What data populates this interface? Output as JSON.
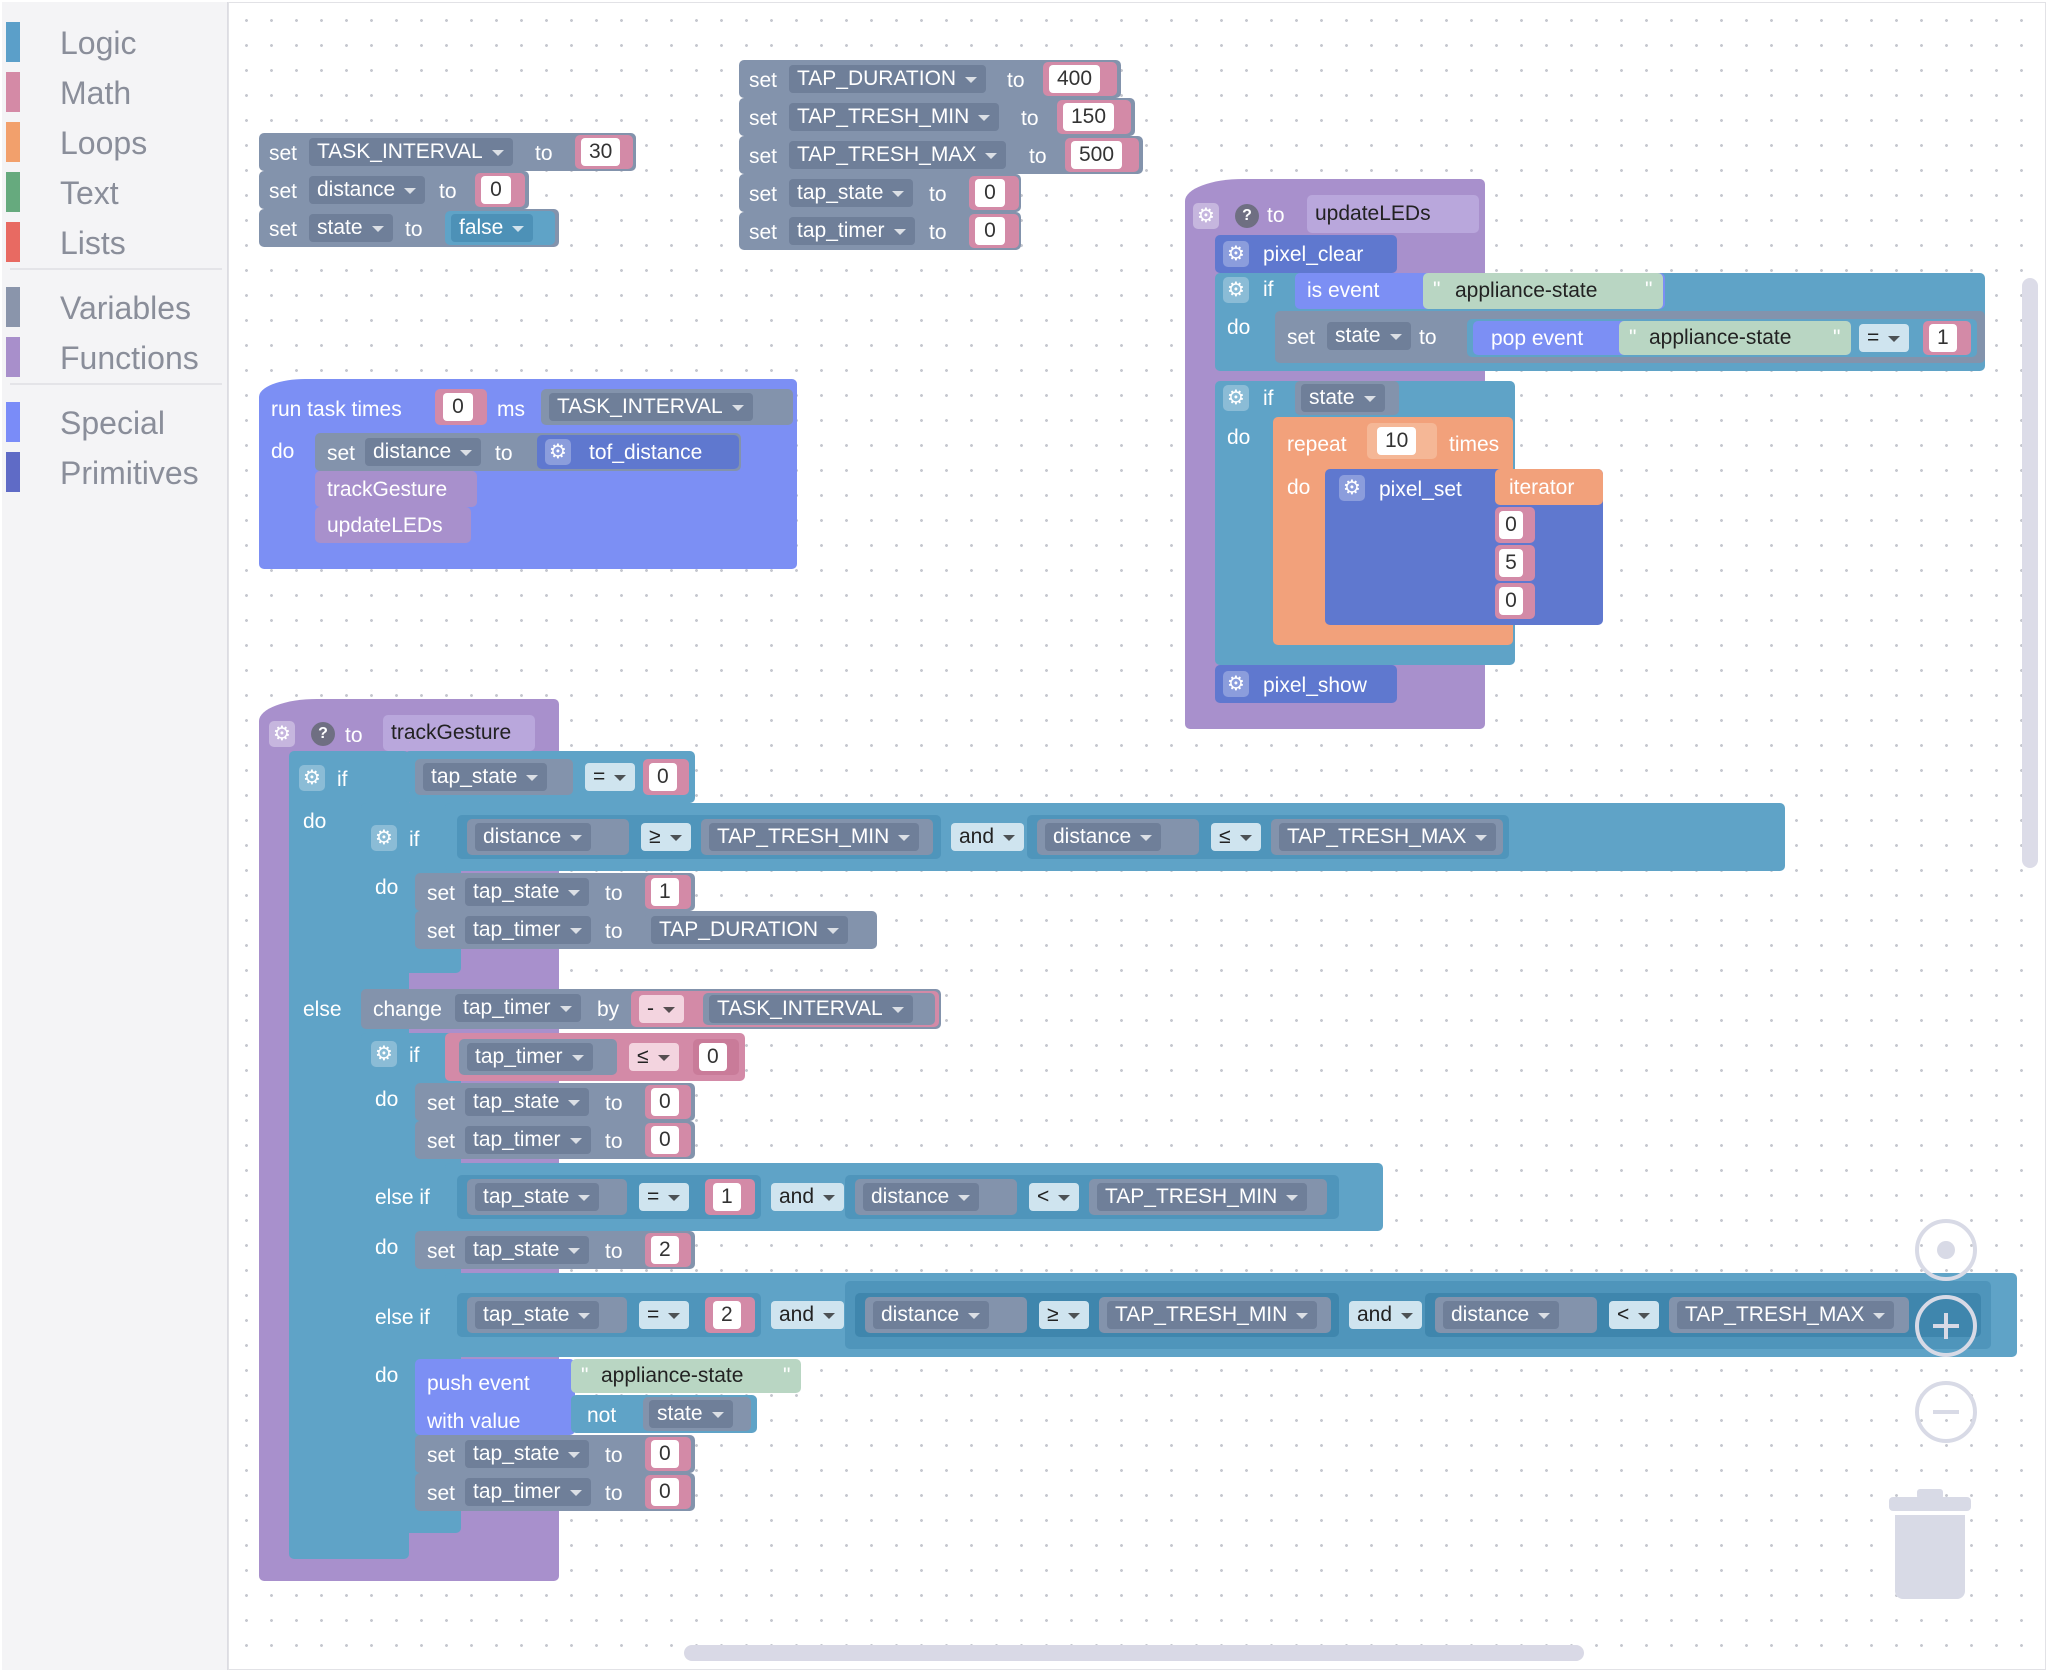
{
  "toolbox": {
    "categories": [
      {
        "label": "Logic",
        "color": "#5b9fc9"
      },
      {
        "label": "Math",
        "color": "#d48aa6"
      },
      {
        "label": "Loops",
        "color": "#f2a06c"
      },
      {
        "label": "Text",
        "color": "#66aa7e"
      },
      {
        "label": "Lists",
        "color": "#e86a62"
      },
      {
        "label": "Variables",
        "color": "#8a95ab"
      },
      {
        "label": "Functions",
        "color": "#a88fcb"
      },
      {
        "label": "Special",
        "color": "#7a8cf8"
      },
      {
        "label": "Primitives",
        "color": "#5f6bc6"
      }
    ]
  },
  "colors": {
    "variables": "#8393ac",
    "math": "#d38aa7",
    "loops": "#f2a17b",
    "logic": "#5fa3c7",
    "functions": "#a890cc",
    "special": "#7c8ff4",
    "primitives": "#5f78cf",
    "text": "#b9d6c3"
  },
  "words": {
    "set": "set",
    "to": "to",
    "do": "do",
    "if": "if",
    "else": "else",
    "else_if": "else if",
    "and": "and",
    "not": "not",
    "by": "by",
    "change": "change",
    "repeat": "repeat",
    "times": "times",
    "ms": "ms",
    "run_task_times": "run task times",
    "is_event": "is event",
    "pop_event": "pop event",
    "push_event": "push event",
    "with_value": "with value",
    "quote": "\""
  },
  "init_block": {
    "rows": [
      {
        "var": "TASK_INTERVAL",
        "value": "30"
      },
      {
        "var": "distance",
        "value": "0"
      },
      {
        "var": "state",
        "value": "false"
      }
    ]
  },
  "tap_block": {
    "rows": [
      {
        "var": "TAP_DURATION",
        "value": "400"
      },
      {
        "var": "TAP_TRESH_MIN",
        "value": "150"
      },
      {
        "var": "TAP_TRESH_MAX",
        "value": "500"
      },
      {
        "var": "tap_state",
        "value": "0"
      },
      {
        "var": "tap_timer",
        "value": "0"
      }
    ]
  },
  "run_task": {
    "times": "0",
    "interval_var": "TASK_INTERVAL",
    "set_var": "distance",
    "tof": "tof_distance",
    "calls": [
      "trackGesture",
      "updateLEDs"
    ]
  },
  "update_leds": {
    "name": "updateLEDs",
    "clear": "pixel_clear",
    "event_name": "appliance-state",
    "state_var": "state",
    "eq_op": "=",
    "eq_value": "1",
    "repeat_count": "10",
    "pixel_set": "pixel_set",
    "iterator": "iterator",
    "args": [
      "0",
      "5",
      "0"
    ],
    "show": "pixel_show"
  },
  "track_gesture": {
    "name": "trackGesture",
    "tap_state": "tap_state",
    "tap_timer": "tap_timer",
    "distance": "distance",
    "tap_duration": "TAP_DURATION",
    "tresh_min": "TAP_TRESH_MIN",
    "tresh_max": "TAP_TRESH_MAX",
    "task_interval": "TASK_INTERVAL",
    "op_eq": "=",
    "op_ge": "≥",
    "op_le": "≤",
    "op_lt": "<",
    "op_minus": "-",
    "v0": "0",
    "v1": "1",
    "v2": "2",
    "event_name": "appliance-state",
    "state_var": "state"
  }
}
